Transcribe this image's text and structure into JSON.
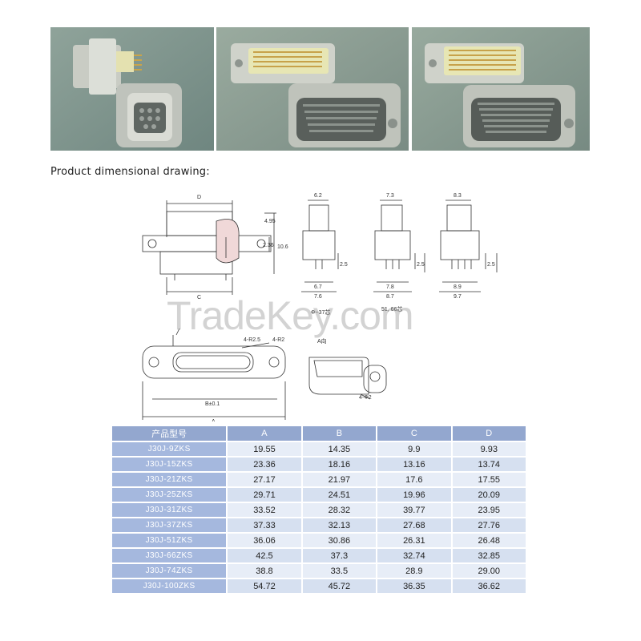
{
  "caption": "Product dimensional drawing:",
  "watermark": "TradeKey.com",
  "drawing": {
    "dims_front": [
      "D",
      "4.95",
      "10.6",
      "2.36",
      "C"
    ],
    "dims_side_1": [
      "6.2",
      "6.7",
      "7.6",
      "2.5"
    ],
    "dims_side_2": [
      "7.3",
      "7.8",
      "8.7",
      "2.5"
    ],
    "dims_side_3": [
      "8.3",
      "8.9",
      "9.7",
      "2.5"
    ],
    "bottom_dims": [
      "4-R2.5",
      "4-R2",
      "B±0.1",
      "A"
    ],
    "view_label": "A向",
    "view_hole": "4-Φ2",
    "notes": [
      "Φ~37芯",
      "51, 66芯"
    ]
  },
  "table": {
    "headers": [
      "产品型号",
      "A",
      "B",
      "C",
      "D"
    ],
    "rows": [
      [
        "J30J-9ZKS",
        "19.55",
        "14.35",
        "9.9",
        "9.93"
      ],
      [
        "J30J-15ZKS",
        "23.36",
        "18.16",
        "13.16",
        "13.74"
      ],
      [
        "J30J-21ZKS",
        "27.17",
        "21.97",
        "17.6",
        "17.55"
      ],
      [
        "J30J-25ZKS",
        "29.71",
        "24.51",
        "19.96",
        "20.09"
      ],
      [
        "J30J-31ZKS",
        "33.52",
        "28.32",
        "39.77",
        "23.95"
      ],
      [
        "J30J-37ZKS",
        "37.33",
        "32.13",
        "27.68",
        "27.76"
      ],
      [
        "J30J-51ZKS",
        "36.06",
        "30.86",
        "26.31",
        "26.48"
      ],
      [
        "J30J-66ZKS",
        "42.5",
        "37.3",
        "32.74",
        "32.85"
      ],
      [
        "J30J-74ZKS",
        "38.8",
        "33.5",
        "28.9",
        "29.00"
      ],
      [
        "J30J-100ZKS",
        "54.72",
        "45.72",
        "36.35",
        "36.62"
      ]
    ]
  },
  "colors": {
    "header_bg": "#93a7cf",
    "model_bg": "#a5b8de",
    "row_light": "#e7edf7",
    "row_dark": "#d6e0f0"
  }
}
